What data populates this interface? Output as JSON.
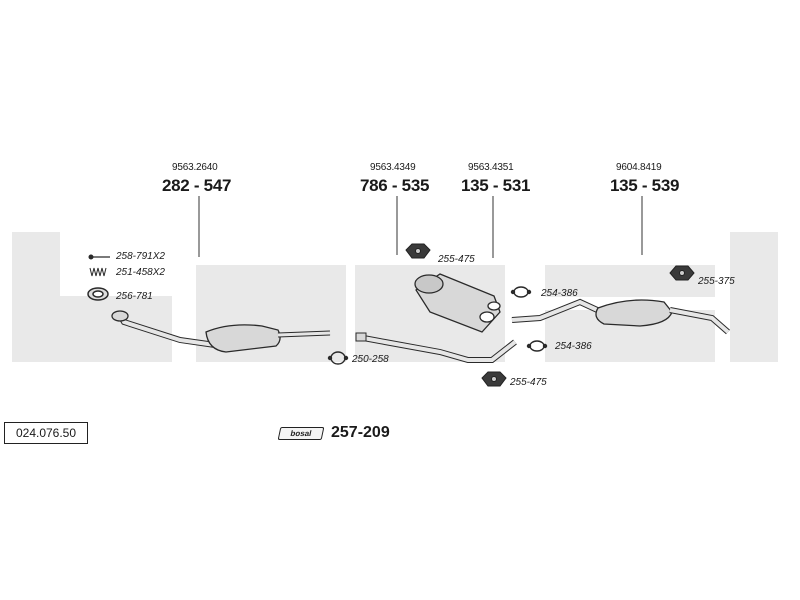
{
  "diagram_code": "024.076.50",
  "kit_number": "257-209",
  "brand_logo": "bosal",
  "main_parts": [
    {
      "ref": "9563.2640",
      "part": "282 - 547"
    },
    {
      "ref": "9563.4349",
      "part": "786 - 535"
    },
    {
      "ref": "9563.4351",
      "part": "135 - 531"
    },
    {
      "ref": "9604.8419",
      "part": "135 - 539"
    }
  ],
  "accessories": {
    "bolt": "258-791X2",
    "spring": "251-458X2",
    "gasket_front": "256-781",
    "clamp_front": "250-258",
    "nut_upper": "255-475",
    "clamp_upper": "254-386",
    "clamp_lower": "254-386",
    "nut_lower": "255-475",
    "nut_rear": "255-375"
  },
  "colors": {
    "watermark": "#e9e9e9",
    "line": "#2a2a2a",
    "part_fill": "#d8d8d8"
  }
}
